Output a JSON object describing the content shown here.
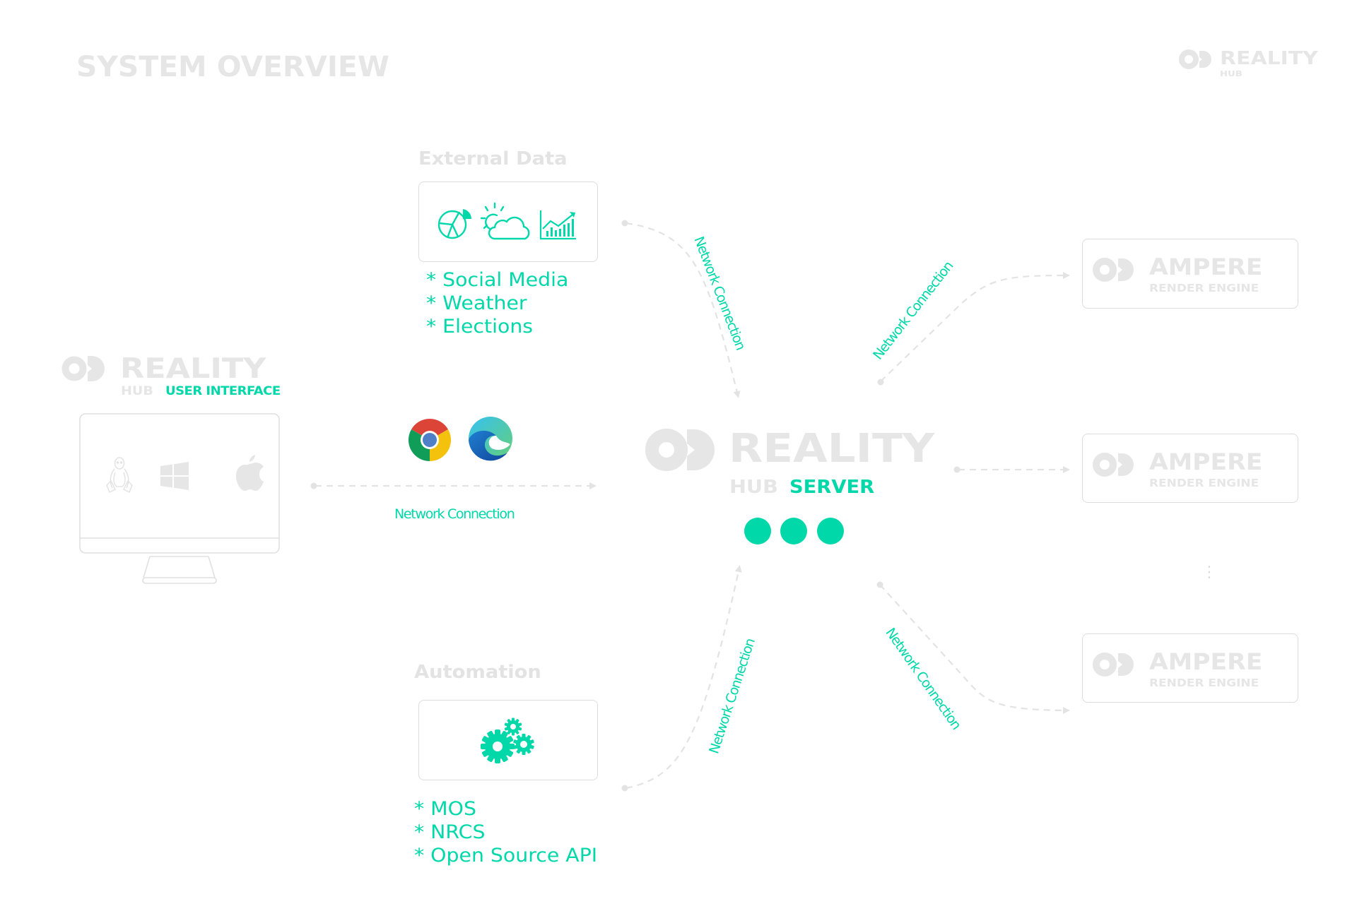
{
  "header": {
    "title": "SYSTEM OVERVIEW",
    "brand": {
      "name": "REALITY",
      "sub": "HUB"
    }
  },
  "external_data": {
    "title": "External Data",
    "icons": [
      "pie-chart-icon",
      "weather-icon",
      "growth-chart-icon"
    ],
    "items": [
      "* Social Media",
      "* Weather",
      "* Elections"
    ]
  },
  "automation": {
    "title": "Automation",
    "icons": [
      "gears-icon"
    ],
    "items": [
      "* MOS",
      "* NRCS",
      "* Open Source API"
    ]
  },
  "user_interface": {
    "brand": "REALITY",
    "hub": "HUB",
    "label": "USER INTERFACE",
    "os_icons": [
      "linux-icon",
      "windows-icon",
      "apple-icon"
    ],
    "browsers": [
      "chrome-icon",
      "edge-icon"
    ]
  },
  "server": {
    "brand": "REALITY",
    "hub": "HUB",
    "label": "SERVER",
    "status_dots": 3
  },
  "render_engines": [
    {
      "name": "AMPERE",
      "sub": "RENDER ENGINE"
    },
    {
      "name": "AMPERE",
      "sub": "RENDER ENGINE"
    },
    {
      "name": "AMPERE",
      "sub": "RENDER ENGINE"
    }
  ],
  "render_engines_more": "⋮",
  "connections": {
    "ui_to_server": "Network Connection",
    "external_to_server": "Network Connection",
    "automation_to_server": "Network Connection",
    "server_to_engine_top": "Network Connection",
    "server_to_engine_bottom": "Network Connection"
  },
  "colors": {
    "accent": "#00d8aa",
    "muted": "#e6e6e6",
    "border": "#dcdcdc"
  }
}
